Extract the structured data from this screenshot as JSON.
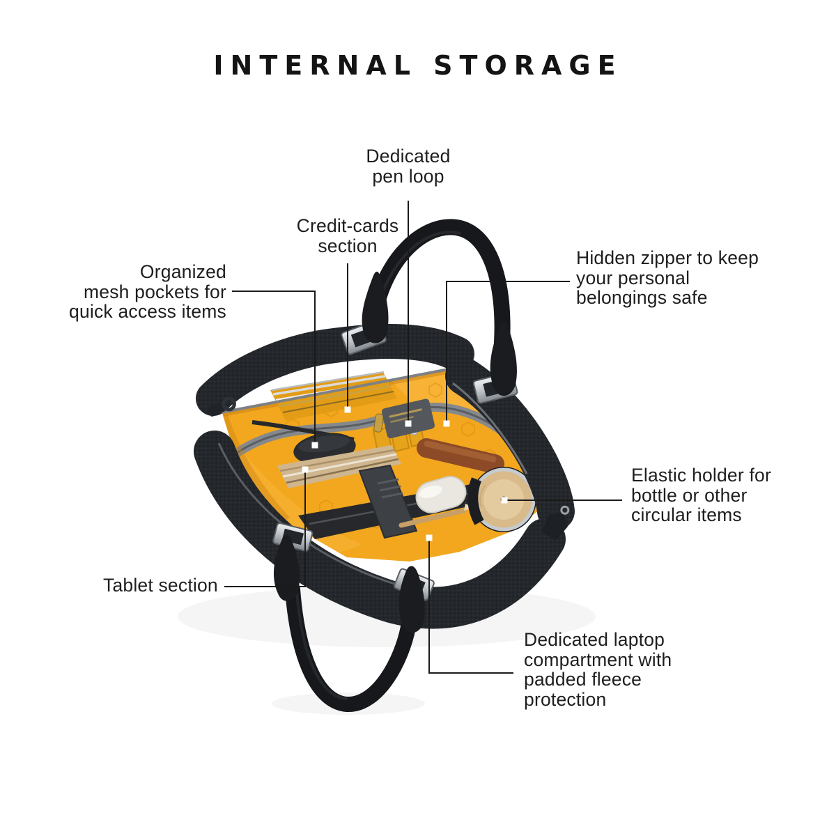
{
  "title": "INTERNAL STORAGE",
  "callouts": [
    {
      "id": "pen-loop",
      "text": "Dedicated\npen loop"
    },
    {
      "id": "credit-cards",
      "text": "Credit-cards\nsection"
    },
    {
      "id": "mesh-pockets",
      "text": "Organized\nmesh pockets for\nquick access items"
    },
    {
      "id": "hidden-zipper",
      "text": "Hidden zipper to keep\nyour personal\nbelongings safe"
    },
    {
      "id": "elastic-holder",
      "text": "Elastic holder for\nbottle or other\ncircular items"
    },
    {
      "id": "tablet-section",
      "text": "Tablet section"
    },
    {
      "id": "laptop-compartment",
      "text": "Dedicated laptop\ncompartment with\npadded fleece\nprotection"
    }
  ],
  "colors": {
    "background": "#ffffff",
    "text": "#1e1e1e",
    "leader_line": "#1a1a1a",
    "bag_shell": "#24272c",
    "lining": "#f2a71e",
    "trim": "#7d8185",
    "leather_item": "#8c4a27",
    "bamboo_lid": "#d9ba8a",
    "earbud_case": "#eae7e0",
    "metal": "#c6cbd0"
  }
}
